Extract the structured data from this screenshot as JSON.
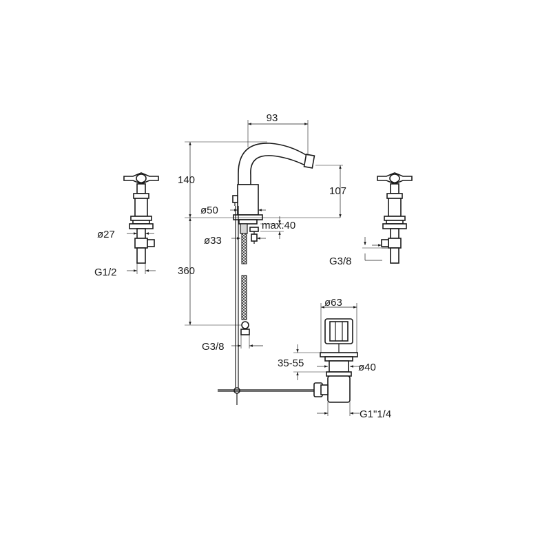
{
  "diagram": {
    "labels": {
      "width_93": "93",
      "height_140": "140",
      "height_107": "107",
      "dia_50": "ø50",
      "max_40": "max.40",
      "dia_33": "ø33",
      "height_360": "360",
      "thread_spout": "G3/8",
      "dia_27": "ø27",
      "thread_left": "G1/2",
      "thread_right": "G3/8",
      "dia_63": "ø63",
      "range_35_55": "35-55",
      "dia_40": "ø40",
      "thread_waste": "G1\"1/4"
    }
  }
}
